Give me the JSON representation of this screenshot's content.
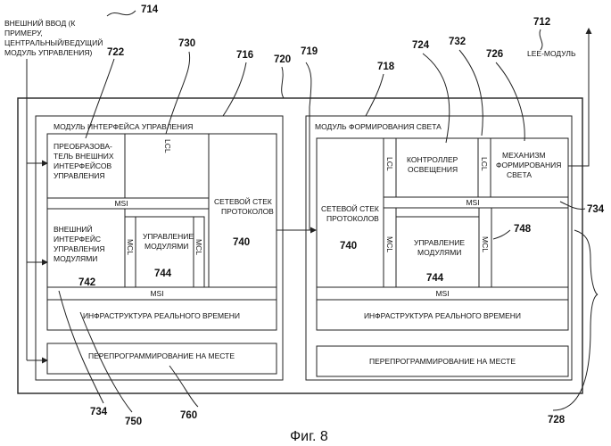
{
  "top": {
    "external_input": [
      "ВНЕШНИЙ ВВОД (К",
      "ПРИМЕРУ,",
      "ЦЕНТРАЛЬНЫЙ/ВЕДУЩИЙ",
      "МОДУЛЬ УПРАВЛЕНИЯ)"
    ],
    "lee_module": "LEE-МОДУЛЬ"
  },
  "refs": {
    "r712": "712",
    "r714": "714",
    "r716": "716",
    "r718": "718",
    "r719": "719",
    "r720": "720",
    "r722": "722",
    "r724": "724",
    "r726": "726",
    "r728": "728",
    "r730": "730",
    "r732": "732",
    "r734a": "734",
    "r734b": "734",
    "r748": "748",
    "r750": "750",
    "r760": "760"
  },
  "left": {
    "title": "МОДУЛЬ ИНТЕРФЕЙСА УПРАВЛЕНИЯ",
    "converter": [
      "ПРЕОБРАЗОВА-",
      "ТЕЛЬ ВНЕШНИХ",
      "ИНТЕРФЕЙСОВ",
      "УПРАВЛЕНИЯ"
    ],
    "lcl": "LCL",
    "msi_top": "MSI",
    "ext_iface": [
      "ВНЕШНИЙ",
      "ИНТЕРФЕЙС",
      "УПРАВЛЕНИЯ",
      "МОДУЛЯМИ"
    ],
    "ext_num": "742",
    "mcl_a": "MCL",
    "module_mgmt": [
      "УПРАВЛЕНИЕ",
      "МОДУЛЯМИ"
    ],
    "module_num": "744",
    "mcl_b": "MCL",
    "net_stack": [
      "СЕТЕВОЙ СТЕК",
      "ПРОТОКОЛОВ"
    ],
    "net_num": "740",
    "msi_bottom": "MSI",
    "rt_infra": "ИНФРАСТРУКТУРА РЕАЛЬНОГО ВРЕМЕНИ",
    "reprog": "ПЕРЕПРОГРАММИРОВАНИЕ НА МЕСТЕ"
  },
  "right": {
    "title": "МОДУЛЬ ФОРМИРОВАНИЯ СВЕТА",
    "net_stack": [
      "СЕТЕВОЙ СТЕК",
      "ПРОТОКОЛОВ"
    ],
    "net_num": "740",
    "lcl_a": "LCL",
    "controller": [
      "КОНТРОЛЛЕР",
      "ОСВЕЩЕНИЯ"
    ],
    "lcl_b": "LCL",
    "mechanism": [
      "МЕХАНИЗМ",
      "ФОРМИРОВАНИЯ",
      "СВЕТА"
    ],
    "msi_top": "MSI",
    "mcl_a": "MCL",
    "module_mgmt": [
      "УПРАВЛЕНИЕ",
      "МОДУЛЯМИ"
    ],
    "module_num": "744",
    "mcl_b": "MCL",
    "msi_bottom": "MSI",
    "rt_infra": "ИНФРАСТРУКТУРА РЕАЛЬНОГО ВРЕМЕНИ",
    "reprog": "ПЕРЕПРОГРАММИРОВАНИЕ НА МЕСТЕ"
  },
  "caption": "Фиг. 8"
}
